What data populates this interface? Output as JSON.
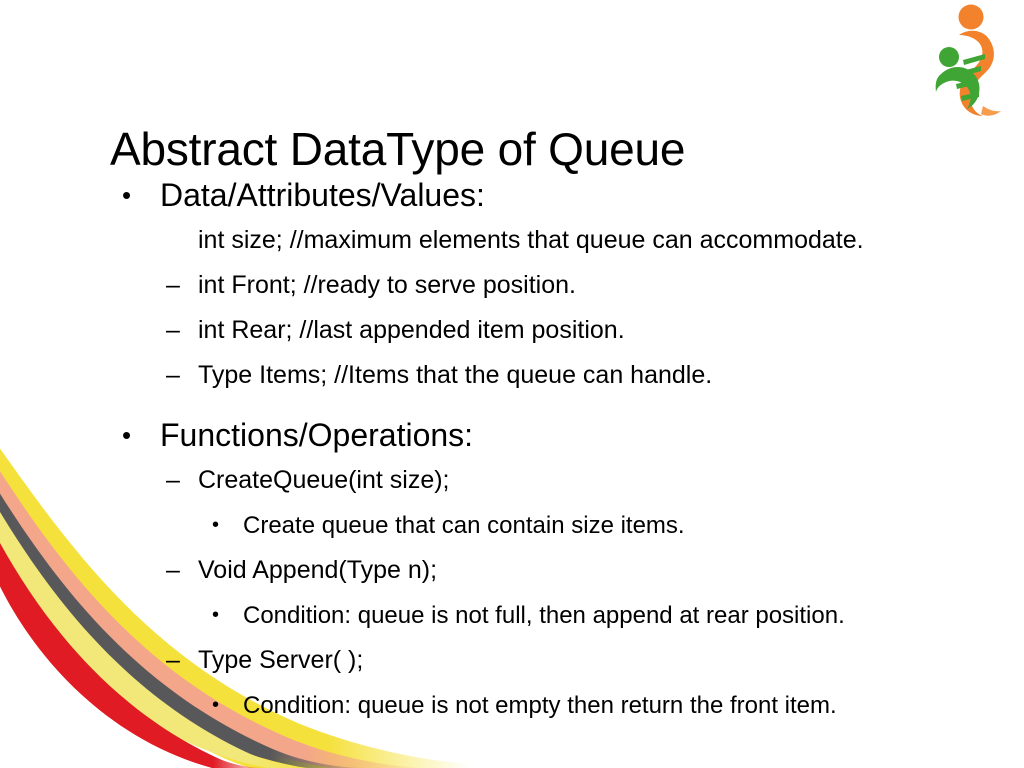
{
  "slide": {
    "title": "Abstract DataType of Queue",
    "background_color": "#ffffff",
    "text_color": "#000000"
  },
  "logo": {
    "name": "dna-helix-people-logo",
    "orange": "#F2822B",
    "green": "#3FA535",
    "light_orange": "#F79D4D"
  },
  "decoration": {
    "name": "corner-swoosh-ribbons",
    "colors": {
      "red": "#E01B24",
      "pale_yellow": "#F2E87A",
      "dark_gray": "#58585A",
      "salmon": "#F4A68A",
      "bright_yellow": "#F5E13C"
    }
  },
  "bullets": {
    "dot": "•",
    "dash": "–"
  },
  "content": [
    {
      "level": 1,
      "marker": "dot",
      "text": "Data/Attributes/Values:"
    },
    {
      "level": 2,
      "marker": "none",
      "text": "int size; //maximum elements that queue can accommodate."
    },
    {
      "level": 2,
      "marker": "dash",
      "text": "int Front;  //ready to serve position."
    },
    {
      "level": 2,
      "marker": "dash",
      "text": "int  Rear; //last appended item position."
    },
    {
      "level": 2,
      "marker": "dash",
      "text": "Type Items; //Items that the queue can handle."
    },
    {
      "level": 1,
      "marker": "dot",
      "text": "Functions/Operations:"
    },
    {
      "level": 2,
      "marker": "dash",
      "text": "CreateQueue(int size);"
    },
    {
      "level": 3,
      "marker": "dot",
      "text": "Create queue that can contain size items."
    },
    {
      "level": 2,
      "marker": "dash",
      "text": "Void Append(Type n);"
    },
    {
      "level": 3,
      "marker": "dot",
      "text": "Condition: queue is not full, then append at rear position."
    },
    {
      "level": 2,
      "marker": "dash",
      "text": "Type Server( );"
    },
    {
      "level": 3,
      "marker": "dot",
      "text": "Condition: queue is not empty then return the front item."
    }
  ]
}
